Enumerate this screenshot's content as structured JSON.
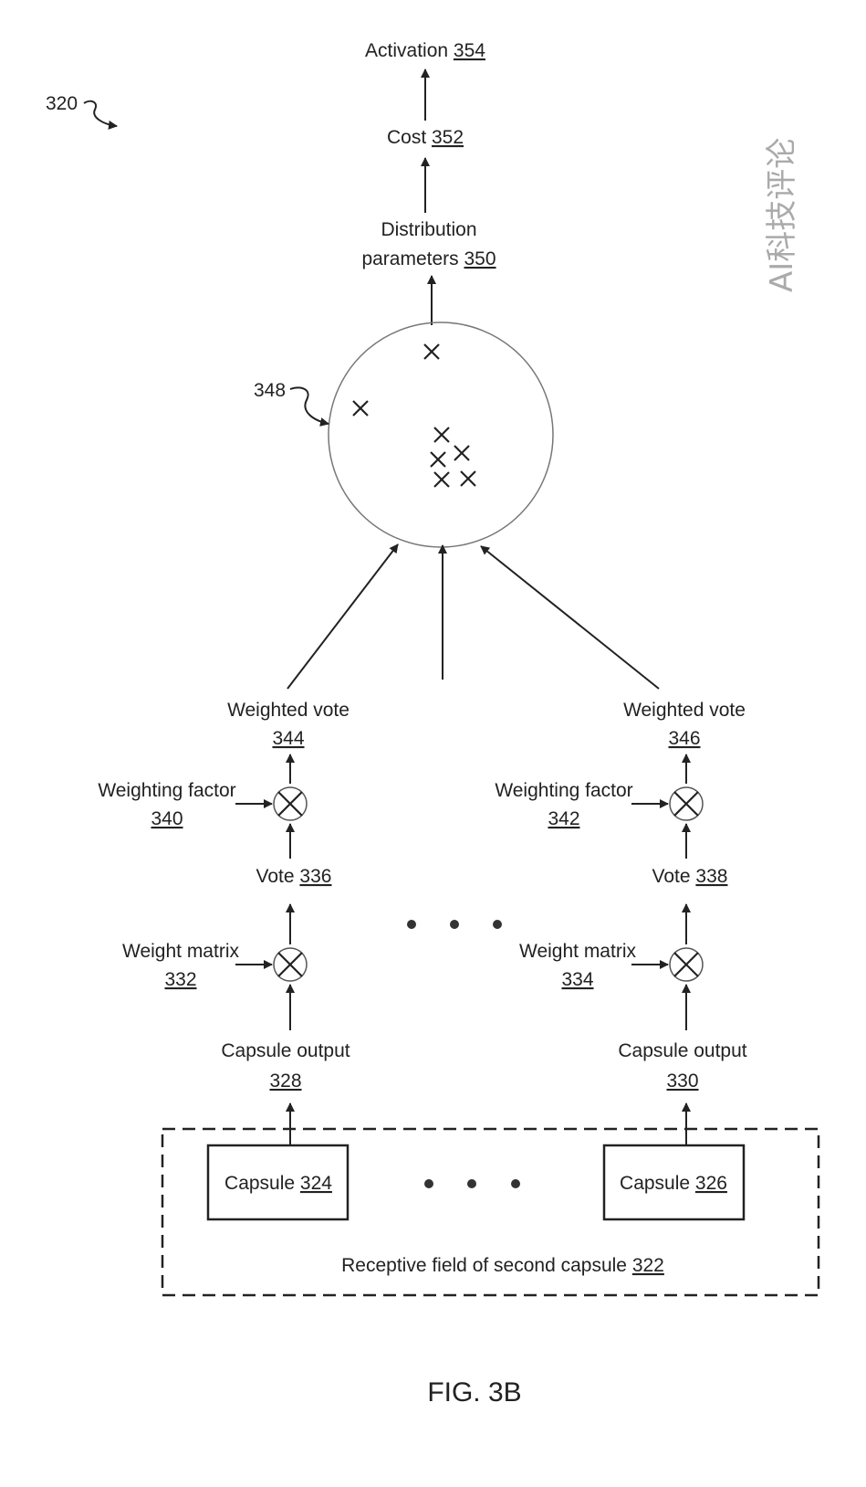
{
  "figure": {
    "ref_number": "320",
    "caption": "FIG. 3B",
    "watermark": "AI科技评论",
    "top": {
      "activation": {
        "text": "Activation ",
        "num": "354"
      },
      "cost": {
        "text": "Cost ",
        "num": "352"
      },
      "distribution_line1": "Distribution",
      "distribution_line2": {
        "text": "parameters ",
        "num": "350"
      }
    },
    "cluster": {
      "ref_number": "348"
    },
    "left_path": {
      "weighted_vote": {
        "text": "Weighted vote",
        "num": "344"
      },
      "weighting_factor": {
        "text": "Weighting factor",
        "num": "340"
      },
      "vote": {
        "text": "Vote ",
        "num": "336"
      },
      "weight_matrix": {
        "text": "Weight matrix",
        "num": "332"
      },
      "capsule_output": {
        "text": "Capsule output",
        "num": "328"
      },
      "capsule": {
        "text": "Capsule  ",
        "num": "324"
      }
    },
    "right_path": {
      "weighted_vote": {
        "text": "Weighted vote",
        "num": "346"
      },
      "weighting_factor": {
        "text": "Weighting factor",
        "num": "342"
      },
      "vote": {
        "text": "Vote ",
        "num": "338"
      },
      "weight_matrix": {
        "text": "Weight matrix",
        "num": "334"
      },
      "capsule_output": {
        "text": "Capsule output",
        "num": "330"
      },
      "capsule": {
        "text": "Capsule  ",
        "num": "326"
      }
    },
    "receptive_field": {
      "text": "Receptive field of second capsule ",
      "num": "322"
    }
  }
}
